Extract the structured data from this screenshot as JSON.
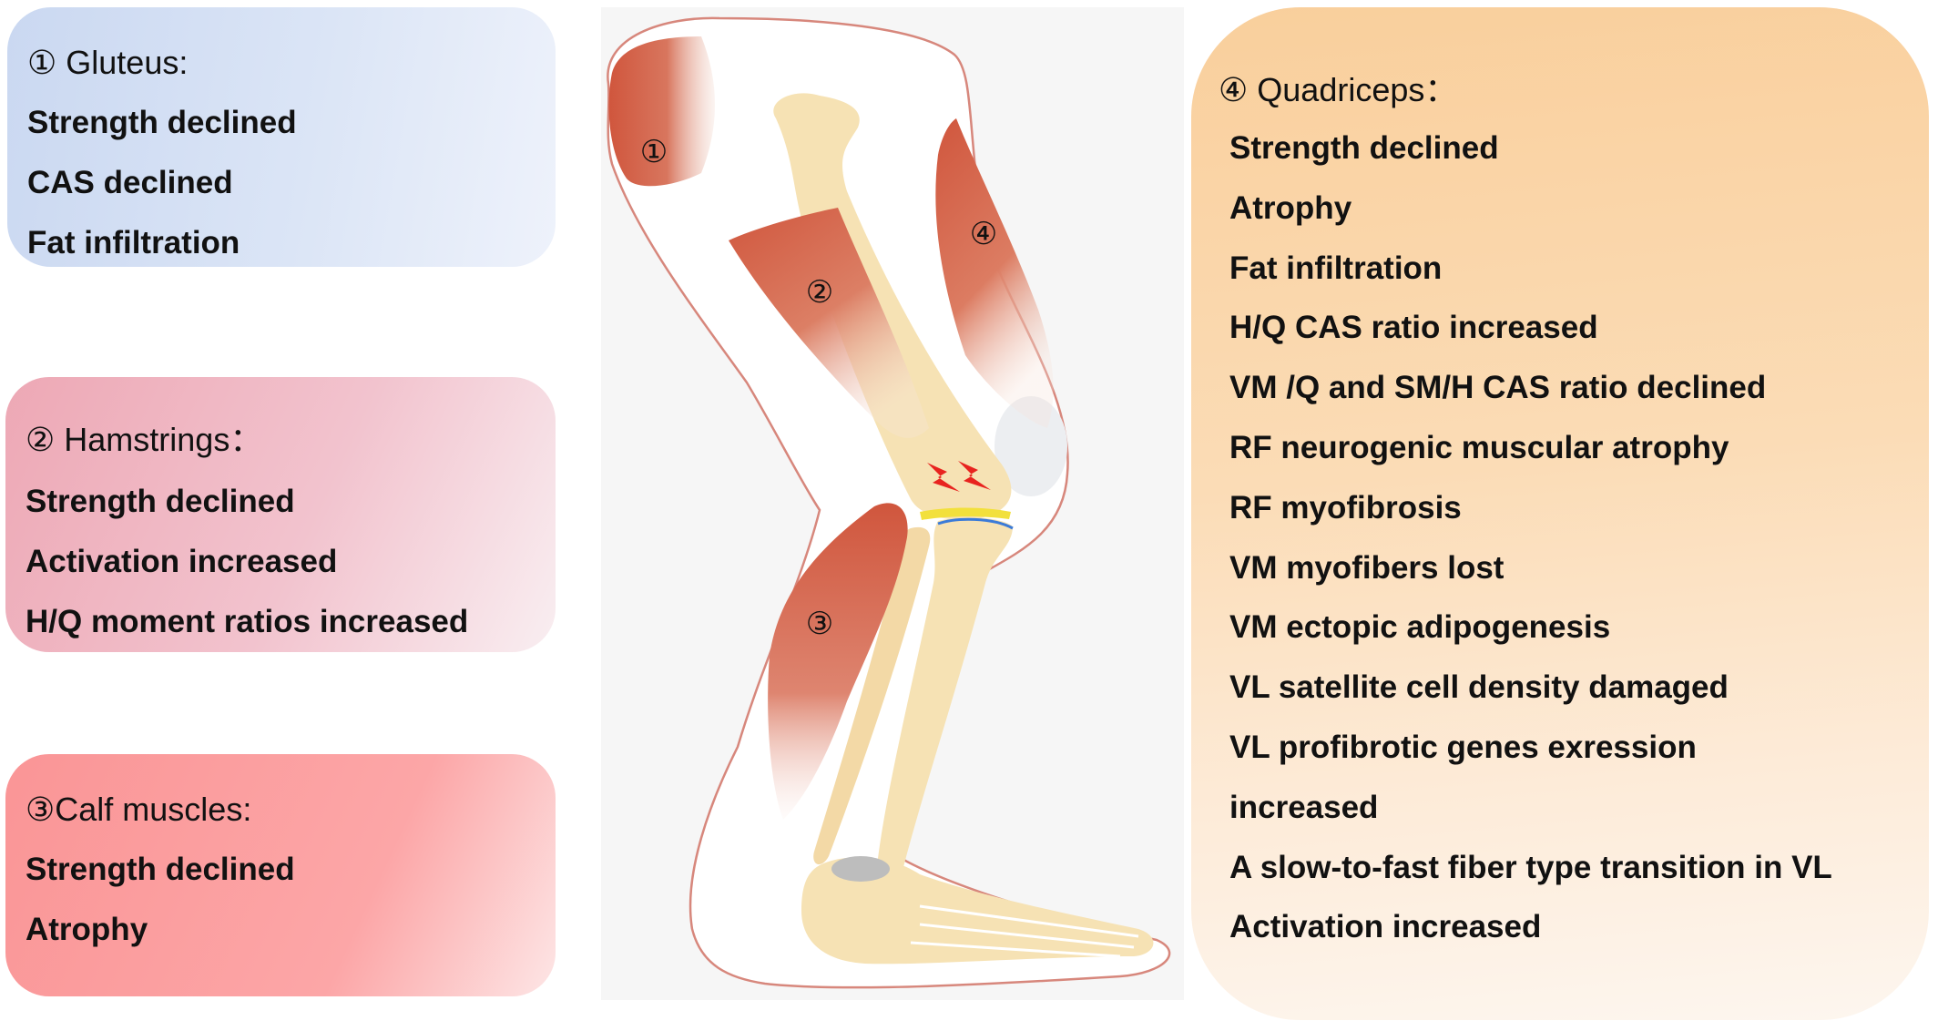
{
  "boxes": {
    "gluteus": {
      "title": "① Gluteus:",
      "items": [
        "Strength declined",
        "CAS declined",
        "Fat infiltration"
      ],
      "color": "#cad8f1"
    },
    "hamstrings": {
      "title": "② Hamstrings：",
      "items": [
        "Strength declined",
        "Activation increased",
        "H/Q moment ratios increased"
      ],
      "color": "#eda8b5"
    },
    "calf": {
      "title": "③Calf muscles:",
      "items": [
        "Strength declined",
        "Atrophy"
      ],
      "color": "#fa9596"
    },
    "quadriceps": {
      "title": "④ Quadriceps：",
      "items": [
        "Strength declined",
        "Atrophy",
        "Fat infiltration",
        "H/Q CAS ratio increased",
        "VM /Q and SM/H CAS ratio declined",
        "RF neurogenic muscular atrophy",
        "RF myofibrosis",
        "VM myofibers lost",
        "VM ectopic adipogenesis",
        "VL satellite cell density damaged",
        "VL profibrotic genes exression",
        "increased",
        "A slow-to-fast fiber type transition in VL",
        "Activation increased"
      ],
      "color": "#f9cf9c"
    }
  },
  "diagram": {
    "muscle_labels": [
      "①",
      "②",
      "③",
      "④"
    ],
    "muscle_color": "#d0563d",
    "bone_color": "#f6e2b4",
    "outline_color": "#d7877c",
    "pain_color": "#e8231f"
  }
}
